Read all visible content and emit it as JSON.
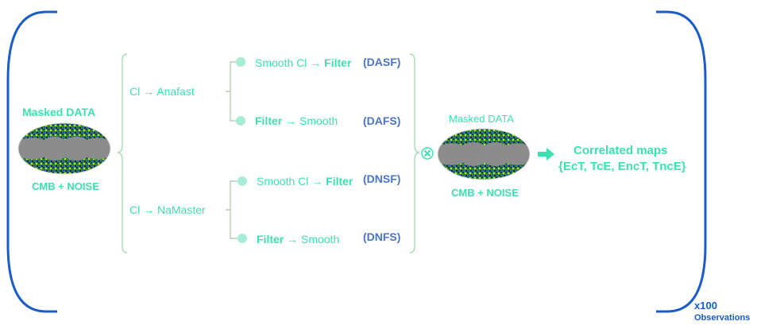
{
  "left_map": {
    "title": "Masked DATA",
    "caption": "CMB + NOISE"
  },
  "branches": [
    {
      "label": "Cl → Anafast",
      "leaves": [
        {
          "pre": "Smooth Cl → ",
          "bold": "Filter",
          "post": "",
          "code": "(DASF)"
        },
        {
          "pre": "",
          "bold": "Filter",
          "post": " → Smooth",
          "code": "(DAFS)"
        }
      ]
    },
    {
      "label": "Cl → NaMaster",
      "leaves": [
        {
          "pre": "Smooth Cl → ",
          "bold": "Filter",
          "post": "",
          "code": "(DNSF)"
        },
        {
          "pre": "",
          "bold": "Filter",
          "post": " → Smooth",
          "code": "(DNFS)"
        }
      ]
    }
  ],
  "right_map": {
    "title": "Masked DATA",
    "caption": "CMB + NOISE"
  },
  "result": {
    "line1": "Correlated maps",
    "line2": "{EcT, TcE, EncT, TncE}"
  },
  "repeat": {
    "count": "x100",
    "label": "Observations"
  },
  "colors": {
    "teal": "#3ee0b0",
    "leaf": "#a8ecd8",
    "bracket": "#1a5cc8",
    "brace": "#9fd4a8",
    "code": "#4a74c9"
  }
}
